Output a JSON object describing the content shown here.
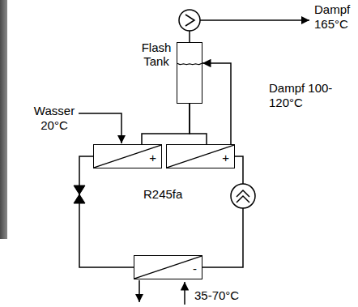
{
  "diagram": {
    "nodes": [
      {
        "text": [
          "Flash Tank"
        ]
      },
      {
        "text": [
          "+"
        ]
      },
      {
        "text": [
          "+"
        ]
      },
      {
        "text": [
          "-"
        ]
      }
    ],
    "edges": [
      {
        "from": 0,
        "to": 1,
        "arrow": "none"
      },
      {
        "from": 0,
        "to": 2,
        "arrow": "none"
      },
      {
        "from": 2,
        "to": 0,
        "arrow": "to"
      },
      {
        "from": 1,
        "to": 3,
        "arrow": "none"
      },
      {
        "from": 3,
        "to": 2,
        "arrow": "none"
      }
    ],
    "labels": [
      "Dampf 165°C",
      "Dampf 100-120°C",
      "Wasser 20°C",
      "R245fa",
      "35-70°C"
    ]
  }
}
